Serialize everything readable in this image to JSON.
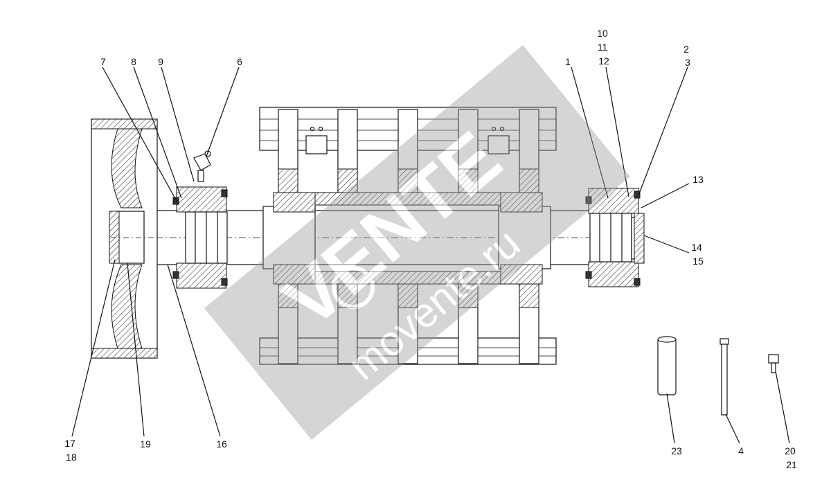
{
  "callouts": [
    {
      "id": "c1",
      "lines": [
        "1"
      ]
    },
    {
      "id": "c2",
      "lines": [
        "2",
        "3"
      ]
    },
    {
      "id": "c4",
      "lines": [
        "4"
      ]
    },
    {
      "id": "c6",
      "lines": [
        "6"
      ]
    },
    {
      "id": "c7",
      "lines": [
        "7"
      ]
    },
    {
      "id": "c8",
      "lines": [
        "8"
      ]
    },
    {
      "id": "c9",
      "lines": [
        "9"
      ]
    },
    {
      "id": "c10",
      "lines": [
        "10",
        "11",
        "12"
      ]
    },
    {
      "id": "c13",
      "lines": [
        "13"
      ]
    },
    {
      "id": "c14",
      "lines": [
        "14",
        "15"
      ]
    },
    {
      "id": "c16",
      "lines": [
        "16"
      ]
    },
    {
      "id": "c17",
      "lines": [
        "17",
        "18"
      ]
    },
    {
      "id": "c19",
      "lines": [
        "19"
      ]
    },
    {
      "id": "c20",
      "lines": [
        "20",
        "21"
      ]
    },
    {
      "id": "c23",
      "lines": [
        "23"
      ]
    }
  ],
  "watermark": {
    "brand": "VENTE",
    "site": "movente.ru",
    "color": "#9a9a9a"
  }
}
